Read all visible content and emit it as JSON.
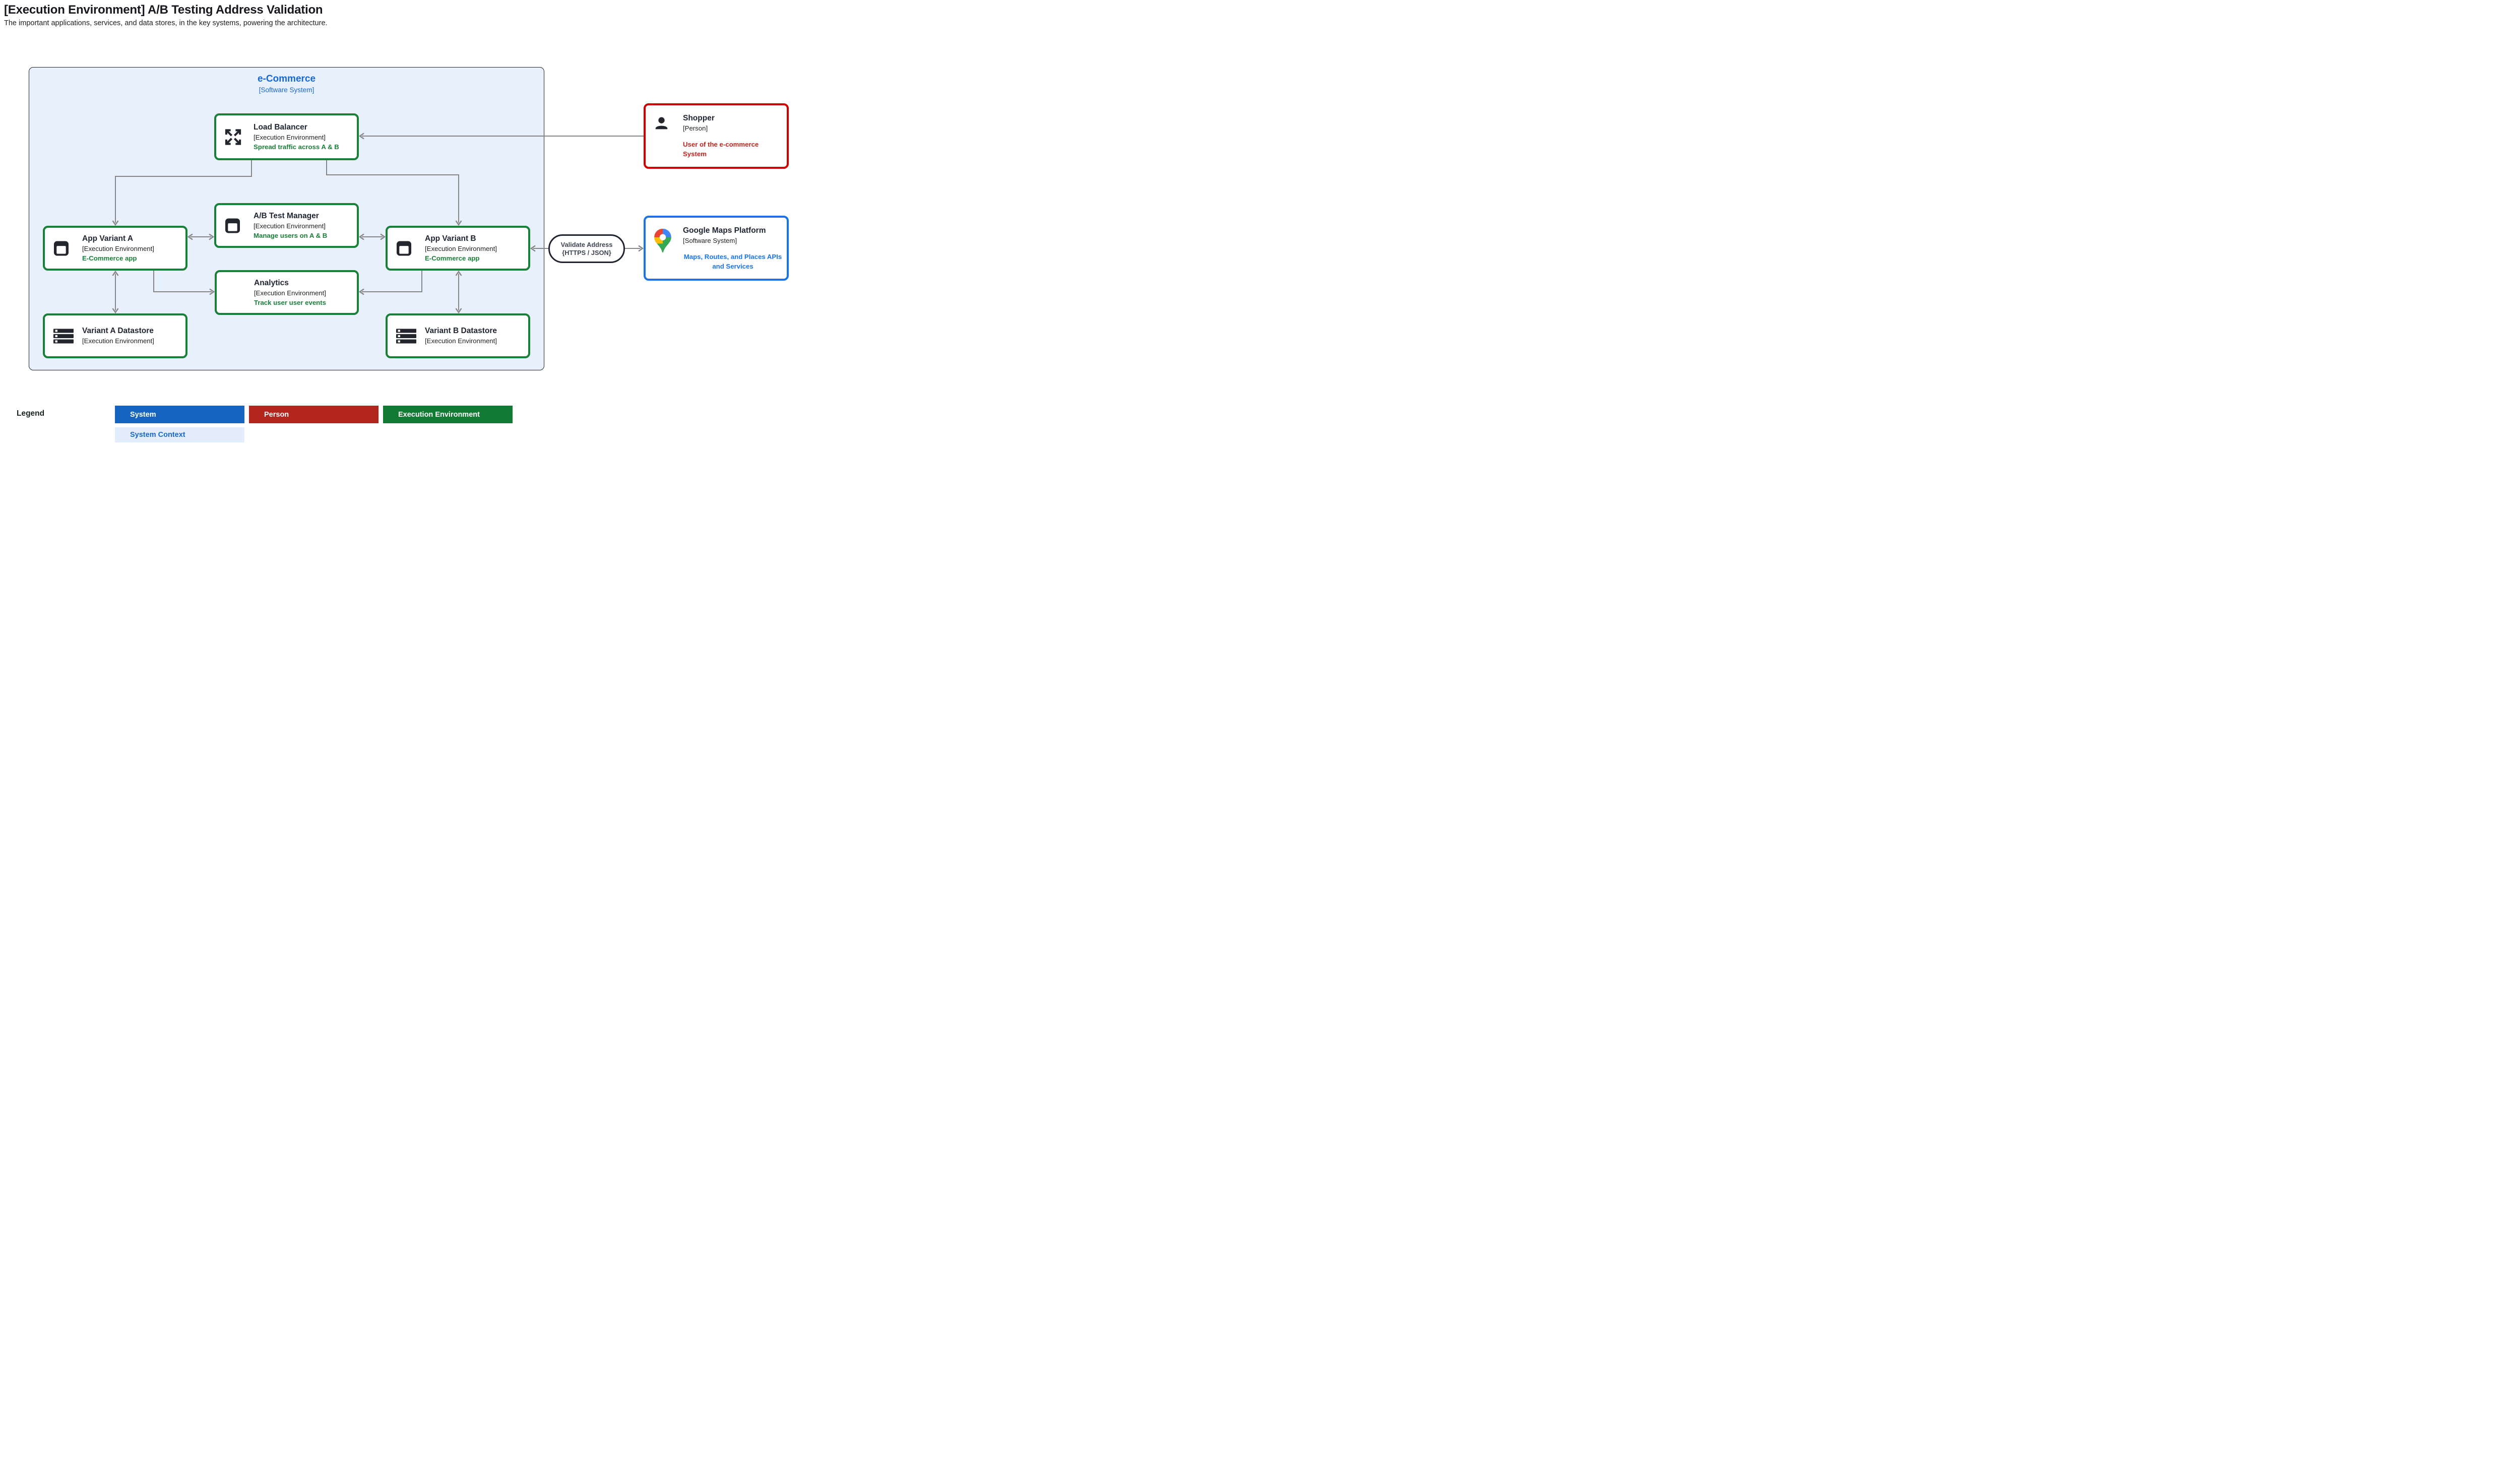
{
  "header": {
    "title": "[Execution Environment] A/B Testing Address Validation",
    "subtitle": "The important applications, services, and data stores, in the key systems, powering the architecture."
  },
  "container": {
    "name": "e-Commerce",
    "type_label": "[Software System]"
  },
  "nodes": [
    {
      "id": "load-balancer",
      "category": "execution-environment",
      "icon": "spread-arrows",
      "title": "Load Balancer",
      "meta": "[Execution Environment]",
      "desc": "Spread traffic across A & B"
    },
    {
      "id": "ab-test-manager",
      "category": "execution-environment",
      "icon": "app-window",
      "title": "A/B Test Manager",
      "meta": "[Execution Environment]",
      "desc": "Manage users on A & B"
    },
    {
      "id": "app-variant-a",
      "category": "execution-environment",
      "icon": "app-window",
      "title": "App Variant A",
      "meta": "[Execution Environment]",
      "desc": "E-Commerce app"
    },
    {
      "id": "app-variant-b",
      "category": "execution-environment",
      "icon": "app-window",
      "title": "App Variant B",
      "meta": "[Execution Environment]",
      "desc": "E-Commerce app"
    },
    {
      "id": "analytics",
      "category": "execution-environment",
      "icon": "",
      "title": "Analytics",
      "meta": "[Execution Environment]",
      "desc": "Track user user events"
    },
    {
      "id": "variant-a-datastore",
      "category": "execution-environment",
      "icon": "datastore-stack",
      "title": "Variant A Datastore",
      "meta": "[Execution Environment]",
      "desc": ""
    },
    {
      "id": "variant-b-datastore",
      "category": "execution-environment",
      "icon": "datastore-stack",
      "title": "Variant B Datastore",
      "meta": "[Execution Environment]",
      "desc": ""
    },
    {
      "id": "shopper",
      "category": "person",
      "icon": "person",
      "title": "Shopper",
      "meta": "[Person]",
      "desc": "User of the e-commerce System"
    },
    {
      "id": "google-maps",
      "category": "software-system",
      "icon": "google-maps-pin",
      "title": "Google Maps Platform",
      "meta": "[Software System]",
      "desc": "Maps, Routes, and Places APIs and Services"
    }
  ],
  "connector_label": {
    "line1": "Validate Address",
    "line2": "{HTTPS / JSON}"
  },
  "edges": [
    {
      "from": "Shopper",
      "to": "Load Balancer",
      "arrows": "to"
    },
    {
      "from": "Load Balancer",
      "to": "App Variant A",
      "arrows": "to"
    },
    {
      "from": "Load Balancer",
      "to": "App Variant B",
      "arrows": "to"
    },
    {
      "from": "App Variant A",
      "to": "A/B Test Manager",
      "arrows": "both"
    },
    {
      "from": "A/B Test Manager",
      "to": "App Variant B",
      "arrows": "both"
    },
    {
      "from": "App Variant A",
      "to": "Analytics",
      "arrows": "to"
    },
    {
      "from": "App Variant B",
      "to": "Analytics",
      "arrows": "to"
    },
    {
      "from": "App Variant A",
      "to": "Variant A Datastore",
      "arrows": "both"
    },
    {
      "from": "App Variant B",
      "to": "Variant B Datastore",
      "arrows": "both"
    },
    {
      "from": "App Variant B",
      "to": "Google Maps Platform",
      "arrows": "both",
      "label": "Validate Address {HTTPS / JSON}"
    }
  ],
  "legend": {
    "label": "Legend",
    "items": [
      {
        "label": "System",
        "fill": "#1565c0",
        "text_color": "#ffffff"
      },
      {
        "label": "Person",
        "fill": "#b3261e",
        "text_color": "#ffffff"
      },
      {
        "label": "Execution Environment",
        "fill": "#117a33",
        "text_color": "#ffffff"
      },
      {
        "label": "System Context",
        "fill": "#e4edfb",
        "text_color": "#1967d2"
      }
    ]
  },
  "colors": {
    "exec_env_green": "#188038",
    "person_red_border": "#d00000",
    "person_red_text": "#c5221f",
    "system_blue_border": "#1a73e8",
    "system_blue_text": "#1a73e8",
    "context_fill": "#e8f0fc",
    "context_border": "#1f2430",
    "ecommerce_label_blue": "#1967d2",
    "edge_gray": "#868686",
    "pill_text": "#3f4450",
    "icon_dark": "#24262e"
  }
}
